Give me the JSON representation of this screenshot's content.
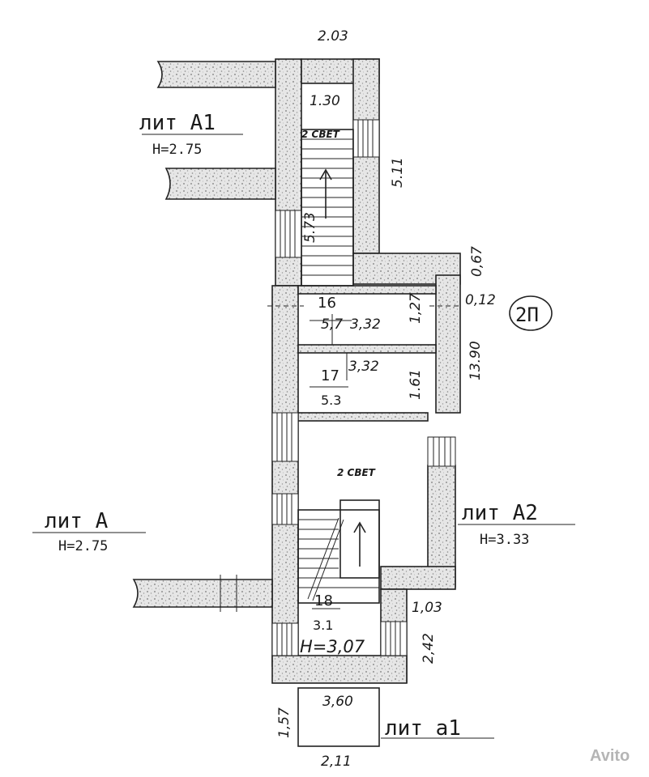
{
  "labels": {
    "lit_a1": "лит А1",
    "lit_a1_h": "Н=2.75",
    "lit_a": "лит А",
    "lit_a_h": "Н=2.75",
    "lit_a2": "лит А2",
    "lit_a2_h": "Н=3.33",
    "lit_a1_small": "лит а1",
    "floor_badge": "2П"
  },
  "dimensions": {
    "top": "2.03",
    "top_inner": "1.30",
    "right_upper": "5.11",
    "stair_upper": "5.73",
    "d067": "0,67",
    "d012": "0,12",
    "d127": "1,27",
    "d1390": "13.90",
    "d161": "1.61",
    "d332a": "3,32",
    "d332b": "3,32",
    "d103": "1,03",
    "d242": "2,42",
    "d360": "3,60",
    "d157": "1,57",
    "d211": "2,11"
  },
  "rooms": {
    "r16_num": "16",
    "r16_area": "5,7",
    "r17_num": "17",
    "r17_area": "5.3",
    "r18_num": "18",
    "r18_area": "3.1",
    "r18_h": "Н=3,07",
    "svet_upper": "2 СВЕТ",
    "svet_lower": "2 СВЕТ"
  },
  "watermark": "Avito"
}
